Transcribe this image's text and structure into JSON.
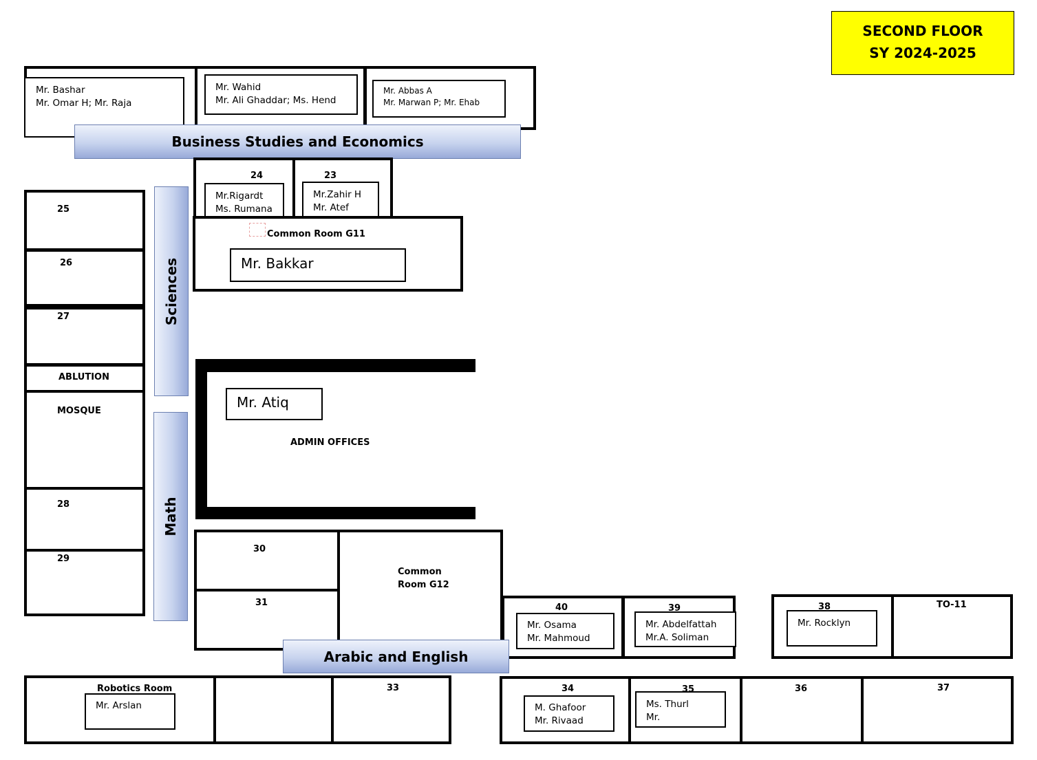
{
  "title": {
    "line1": "SECOND FLOOR",
    "line2": "SY 2024-2025",
    "bg_color": "#ffff00"
  },
  "departments": {
    "business": "Business Studies and Economics",
    "sciences": "Sciences",
    "math": "Math",
    "arabic_english": "Arabic and English"
  },
  "top_offices": {
    "office1": {
      "line1": "Mr. Bashar",
      "line2": "Mr. Omar H; Mr. Raja"
    },
    "office2": {
      "line1": "Mr. Wahid",
      "line2": "Mr. Ali Ghaddar; Ms. Hend"
    },
    "office3": {
      "line1": "Mr. Abbas A",
      "line2": "Mr. Marwan P; Mr. Ehab"
    }
  },
  "rooms": {
    "r24": {
      "number": "24",
      "line1": "Mr.Rigardt",
      "line2": "Ms. Rumana"
    },
    "r23": {
      "number": "23",
      "line1": "Mr.Zahir H",
      "line2": "Mr. Atef"
    },
    "common_g11": {
      "label": "Common Room G11",
      "teacher": "Mr. Bakkar"
    },
    "r25": "25",
    "r26": "26",
    "r27": "27",
    "ablution": "ABLUTION",
    "mosque": "MOSQUE",
    "r28": "28",
    "r29": "29",
    "admin": {
      "label": "ADMIN OFFICES",
      "teacher": "Mr. Atiq"
    },
    "r30": "30",
    "r31": "31",
    "common_g12": {
      "line1": "Common",
      "line2": "Room G12"
    },
    "r40": {
      "number": "40",
      "line1": "Mr. Osama",
      "line2": "Mr. Mahmoud"
    },
    "r39": {
      "number": "39",
      "line1": "Mr. Abdelfattah",
      "line2": "Mr.A. Soliman"
    },
    "r38": {
      "number": "38",
      "teacher": "Mr. Rocklyn"
    },
    "to11": "TO-11",
    "robotics": {
      "label": "Robotics Room",
      "teacher": "Mr. Arslan"
    },
    "r33": "33",
    "r34": {
      "number": "34",
      "line1": "M. Ghafoor",
      "line2": "Mr. Rivaad"
    },
    "r35": {
      "number": "35",
      "line1": "Ms. Thurl",
      "line2": "Mr."
    },
    "r36": "36",
    "r37": "37"
  },
  "colors": {
    "band_light": "#eef2fb",
    "band_dark": "#98aad9",
    "walls": "#000000"
  }
}
